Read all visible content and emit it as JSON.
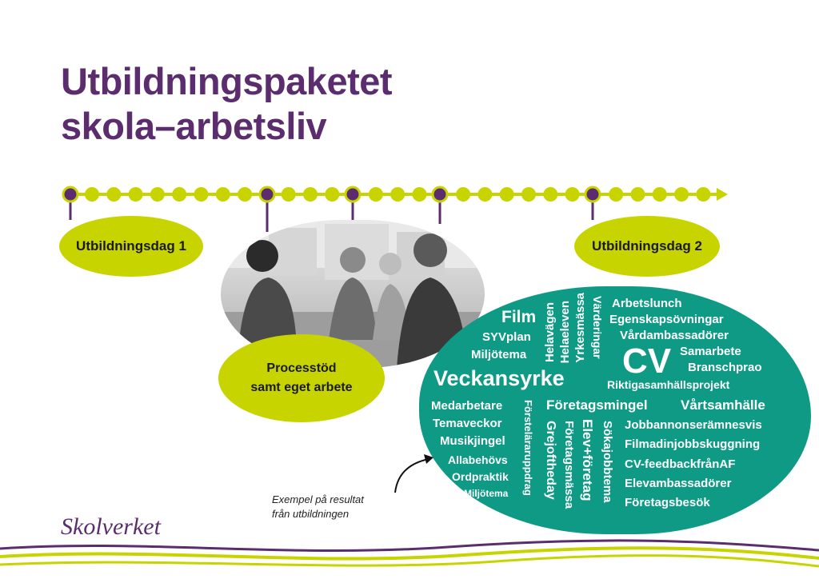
{
  "title": {
    "line1": "Utbildningspaketet",
    "line2": "skola–arbetsliv"
  },
  "colors": {
    "purple": "#5b2d6e",
    "lime": "#c8d400",
    "teal": "#0f9a86"
  },
  "timeline": {
    "pill_1": "Utbildningsdag 1",
    "pill_2": "Utbildningsdag 2",
    "pill_3_line1": "Processtöd",
    "pill_3_line2": "samt eget arbete"
  },
  "word_cloud": {
    "film": "Film",
    "syvplan": "SYVplan",
    "miljotema_1": "Miljötema",
    "helavagen": "Helavägen",
    "helaeleven": "Helaeleven",
    "yrkesmassa": "Yrkesmässa",
    "varderingar": "Värderingar",
    "arbetslunch": "Arbetslunch",
    "egenskapsovningar": "Egenskapsövningar",
    "vardambassadorer": "Vårdambassadörer",
    "cv": "CV",
    "samarbete": "Samarbete",
    "branschprao": "Branschprao",
    "veckansyrke": "Veckansyrke",
    "riktigasamhallsprojekt": "Riktigasamhällsprojekt",
    "medarbetare": "Medarbetare",
    "temaveckor": "Temaveckor",
    "musikjingel": "Musikjingel",
    "allabehovs": "Allabehövs",
    "ordpraktik": "Ordpraktik",
    "miljotema_2": "Miljötema",
    "forstelararuppdrag": "Försteläraruppdrag",
    "foretagsmingel": "Företagsmingel",
    "grejoftheday": "Grejoftheday",
    "foretagsmassa": "Företagsmässa",
    "elev_foretag": "Elev+företag",
    "sokajobbtema": "Sökajobbtema",
    "vartsamhalle": "Vårtsamhälle",
    "jobbannonseramnesvis": "Jobbannonserämnesvis",
    "filmadinjobbskuggning": "Filmadinjobbskuggning",
    "cv_feedback": "CV-feedbackfrånAF",
    "elevambassadorer": "Elevambassadörer",
    "foretagsbesok": "Företagsbesök"
  },
  "note": {
    "line1": "Exempel på resultat",
    "line2": "från utbildningen"
  },
  "logo": "Skolverket"
}
